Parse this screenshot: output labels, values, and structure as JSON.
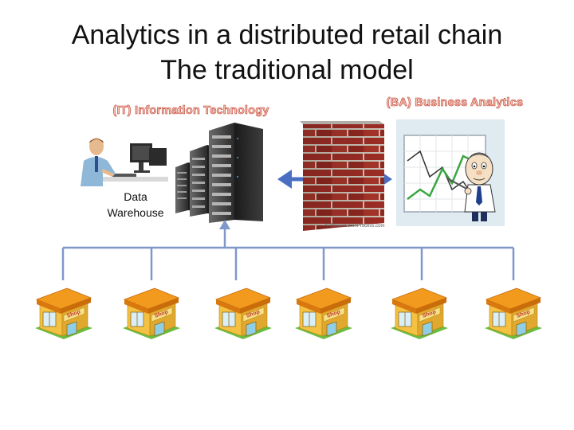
{
  "title": {
    "line1": "Analytics in a distributed retail chain",
    "line2": "The traditional model"
  },
  "labels": {
    "it": "(IT) Information Technology",
    "ba": "(BA) Business Analytics",
    "data_warehouse_line1": "Data",
    "data_warehouse_line2": "Warehouse",
    "watermark": "© PresentationProcess.com"
  },
  "shops": {
    "sign": "Shop",
    "count": 6
  },
  "colors": {
    "network_line": "#7f97c9",
    "arrow": "#4a6fc2",
    "brick": "#9c2d25",
    "shop_roof": "#f29a1d",
    "shop_wall": "#f4c142"
  }
}
